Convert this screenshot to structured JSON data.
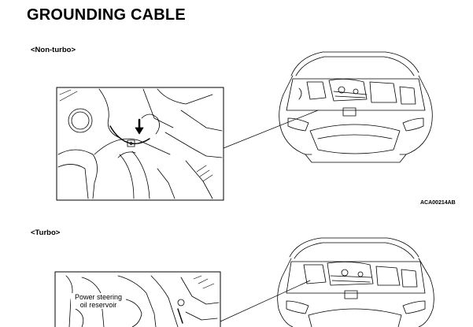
{
  "doc": {
    "title": "GROUNDING CABLE",
    "sections": [
      {
        "label": "<Non-turbo>"
      },
      {
        "label": "<Turbo>"
      }
    ],
    "figure_code": "ACA00214AB",
    "callout_power_steering": "Power steering oil reservoir"
  }
}
